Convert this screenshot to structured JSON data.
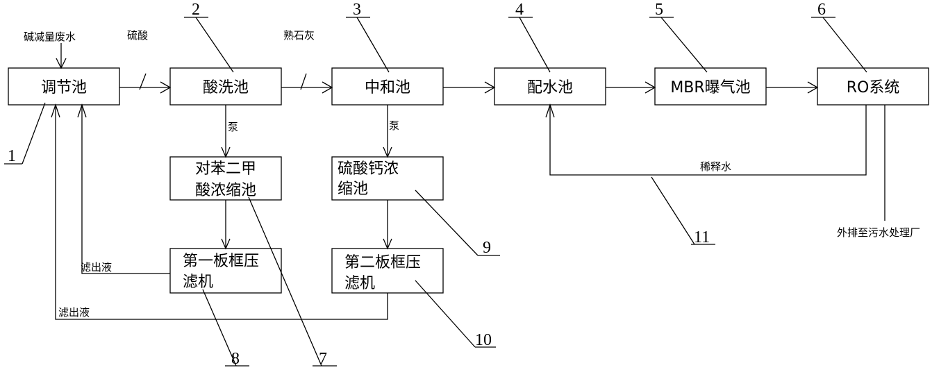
{
  "colors": {
    "line": "#000000",
    "background": "#ffffff"
  },
  "boxes": {
    "b1": "调节池",
    "b2": "酸洗池",
    "b3": "中和池",
    "b4": "配水池",
    "b5": "MBR曝气池",
    "b6": "RO系统",
    "b7": [
      "对苯二甲",
      "酸浓缩池"
    ],
    "b9": [
      "硫酸钙浓",
      "缩池"
    ],
    "b8": [
      "第一板框压",
      "滤机"
    ],
    "b10": [
      "第二板框压",
      "滤机"
    ]
  },
  "flow_labels": {
    "input": "碱减量废水",
    "acid": "硫酸",
    "lime": "熟石灰",
    "pump1": "泵",
    "pump2": "泵",
    "filtrate1": "滤出液",
    "filtrate2": "滤出液",
    "dilution": "稀释水",
    "discharge": "外排至污水处理厂"
  },
  "ref_numbers": {
    "n1": "1",
    "n2": "2",
    "n3": "3",
    "n4": "4",
    "n5": "5",
    "n6": "6",
    "n7": "7",
    "n8": "8",
    "n9": "9",
    "n10": "10",
    "n11": "11"
  }
}
